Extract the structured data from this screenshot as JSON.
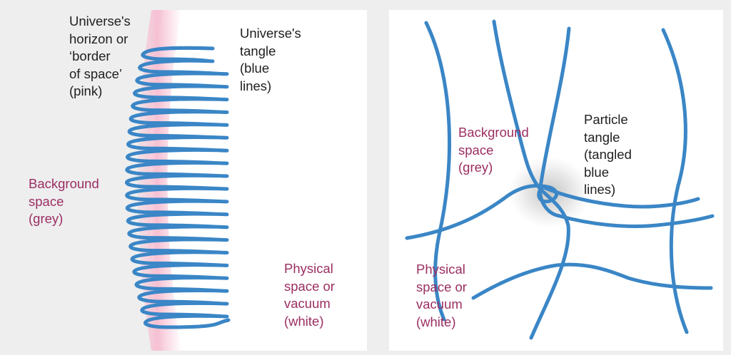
{
  "colors": {
    "page_background": "#eeeeef",
    "panel": "#ffffff",
    "blue_lines": "#3a86c6",
    "horizon": "#f6c0d3",
    "fuzz": "#b8b8b8",
    "dark_text": "#1f1f1f",
    "purple_text": "#9b2e62"
  },
  "left_panel": {
    "horizon_label": "Universe's\nhorizon or\n‘border\nof space’\n(pink)",
    "tangle_label": "Universe's\ntangle\n(blue\nlines)",
    "background_label": "Background\nspace\n(grey)",
    "physical_label": "Physical\nspace or\nvacuum\n(white)"
  },
  "right_panel": {
    "particle_label": "Particle\ntangle\n(tangled\nblue\nlines)",
    "background_label": "Background\nspace\n(grey)",
    "physical_label": "Physical\nspace or\nvacuum\n(white)"
  }
}
